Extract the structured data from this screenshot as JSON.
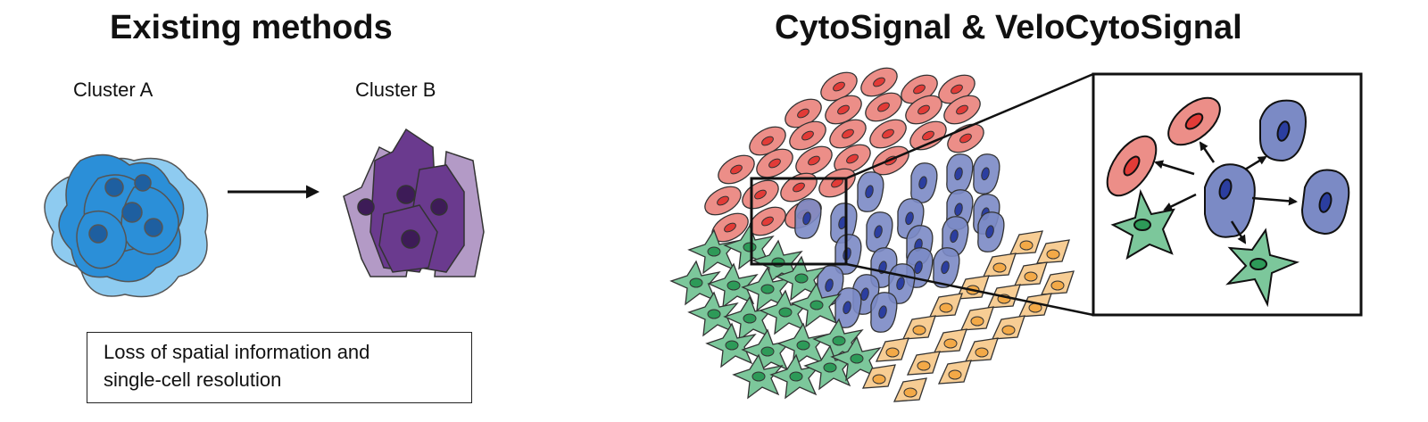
{
  "left_panel": {
    "title": "Existing methods",
    "cluster_a_label": "Cluster A",
    "cluster_b_label": "Cluster B",
    "note_line1": "Loss of spatial information and",
    "note_line2": "single-cell resolution"
  },
  "right_panel": {
    "title": "CytoSignal & VeloCytoSignal"
  },
  "colors": {
    "cluster_a_light": "#8ecbf0",
    "cluster_a": "#2b8fd8",
    "cluster_a_nucleus": "#1e5fa0",
    "cluster_b_light": "#b39ac6",
    "cluster_b": "#6a3a8e",
    "cluster_b_nucleus": "#3d1b57",
    "red_cell": "#ec8e88",
    "red_nucleus": "#e23b37",
    "blue_cell": "#7b8ac5",
    "blue_nucleus": "#2b3ea0",
    "green_cell": "#7cc79b",
    "green_nucleus": "#2d9a58",
    "orange_cell": "#f7cd94",
    "orange_nucleus": "#f3a947"
  }
}
